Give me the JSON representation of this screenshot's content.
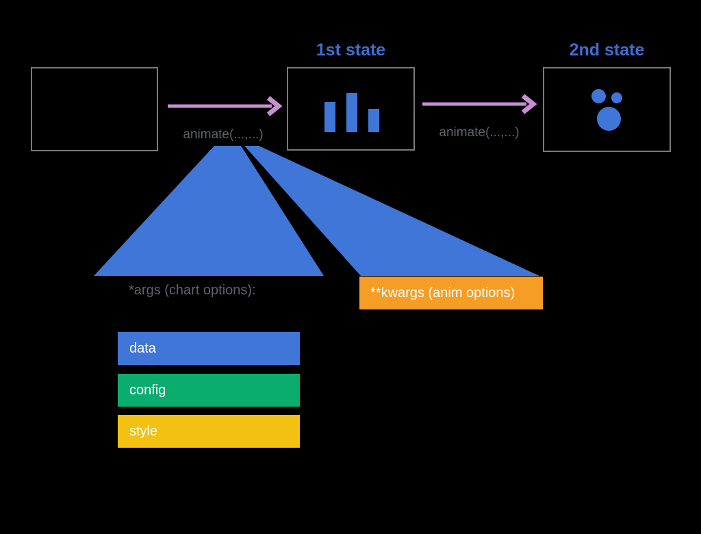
{
  "diagram": {
    "states": {
      "initial": {
        "label": "",
        "content": "empty-box"
      },
      "first": {
        "label": "1st state",
        "content": "bar-chart-icon",
        "bar_heights": [
          44,
          57,
          34
        ]
      },
      "second": {
        "label": "2nd state",
        "content": "bubble-cluster-icon",
        "bubble_diameters": [
          21,
          16,
          35
        ]
      }
    },
    "transitions": {
      "first": {
        "label": "animate(...,...)"
      },
      "second": {
        "label": "animate(...,...)"
      }
    },
    "args": {
      "heading": "*args (chart options):",
      "items": [
        {
          "label": "data",
          "color": "#4176d9"
        },
        {
          "label": "config",
          "color": "#0bad6f"
        },
        {
          "label": "style",
          "color": "#f3c111"
        }
      ]
    },
    "kwargs": {
      "label": "**kwargs (anim options)",
      "color": "#f59d25"
    },
    "colors": {
      "background": "#000000",
      "box_border": "#7a7a7a",
      "state_label_blue": "#3d6fd2",
      "arrow_pink": "#c88fd3",
      "muted_text_gray": "#5f6368",
      "shape_blue": "#4176d9",
      "bar_label_text": "#ffffff"
    }
  }
}
